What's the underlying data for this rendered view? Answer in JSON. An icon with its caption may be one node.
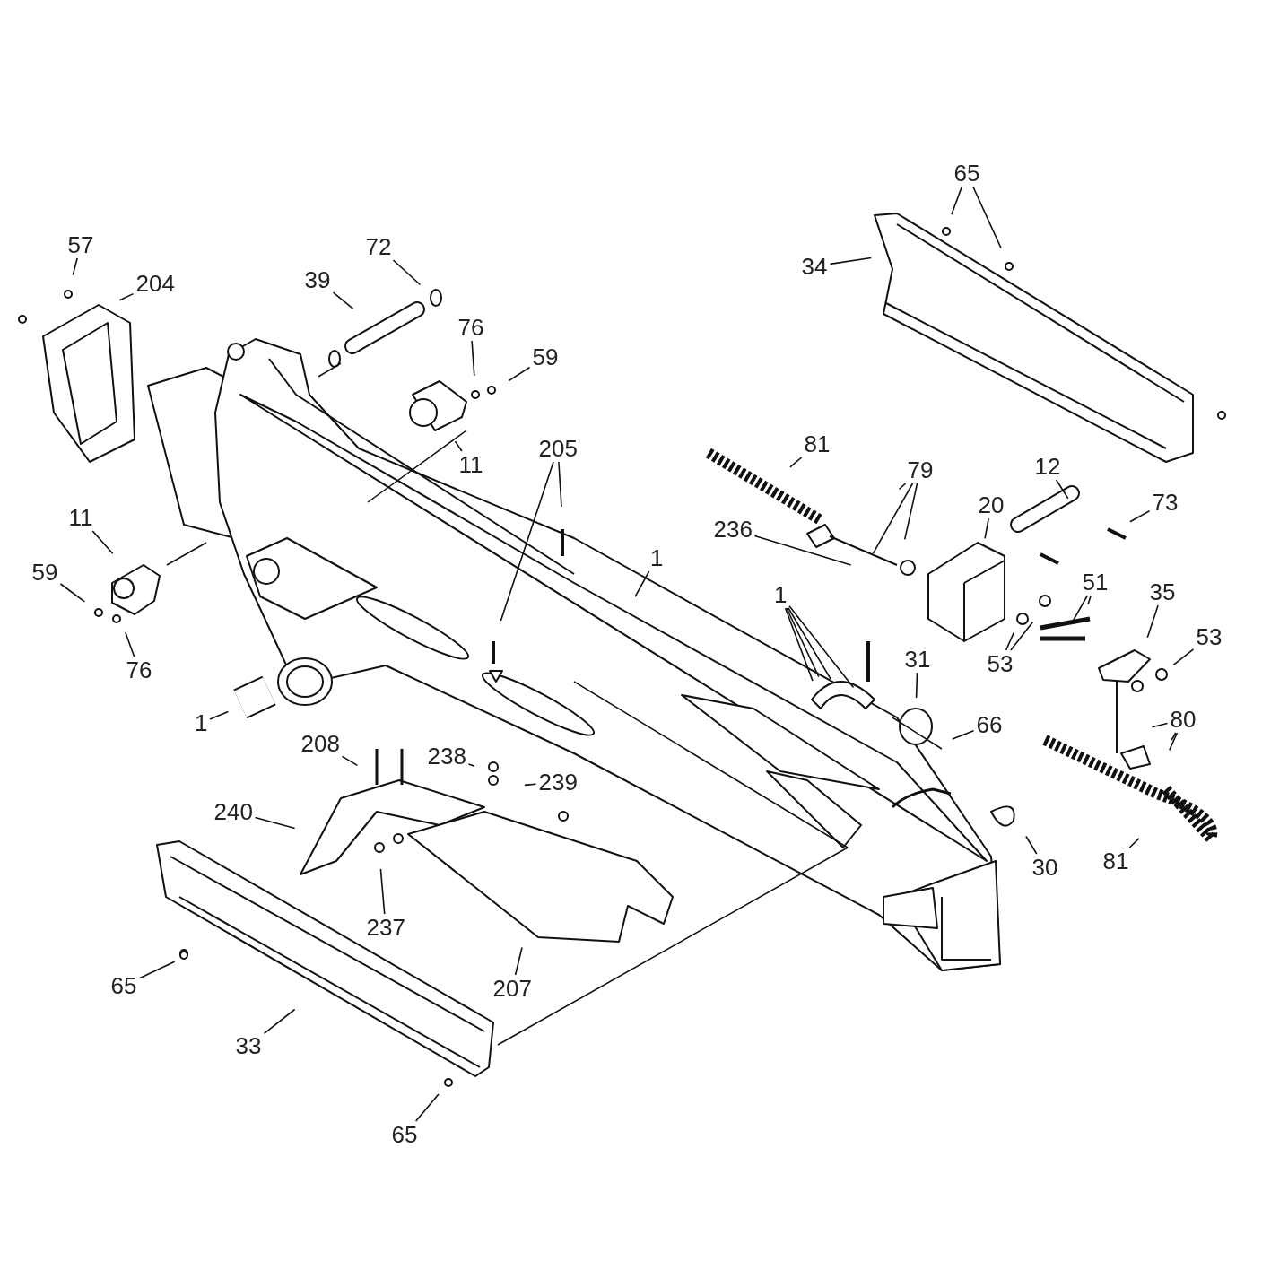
{
  "diagram": {
    "nodes": [
      {
        "text": [
          "65"
        ]
      },
      {
        "text": [
          "57"
        ]
      },
      {
        "text": [
          "72"
        ]
      },
      {
        "text": [
          "204"
        ]
      },
      {
        "text": [
          "39"
        ]
      },
      {
        "text": [
          "34"
        ]
      },
      {
        "text": [
          "76"
        ]
      },
      {
        "text": [
          "59"
        ]
      },
      {
        "text": [
          "81"
        ]
      },
      {
        "text": [
          "205"
        ]
      },
      {
        "text": [
          "11"
        ]
      },
      {
        "text": [
          "79"
        ]
      },
      {
        "text": [
          "12"
        ]
      },
      {
        "text": [
          "73"
        ]
      },
      {
        "text": [
          "20"
        ]
      },
      {
        "text": [
          "11"
        ]
      },
      {
        "text": [
          "236"
        ]
      },
      {
        "text": [
          "1"
        ]
      },
      {
        "text": [
          "59"
        ]
      },
      {
        "text": [
          "51"
        ]
      },
      {
        "text": [
          "35"
        ]
      },
      {
        "text": [
          "1"
        ]
      },
      {
        "text": [
          "53"
        ]
      },
      {
        "text": [
          "76"
        ]
      },
      {
        "text": [
          "53"
        ]
      },
      {
        "text": [
          "31"
        ]
      },
      {
        "text": [
          "1"
        ]
      },
      {
        "text": [
          "66"
        ]
      },
      {
        "text": [
          "80"
        ]
      },
      {
        "text": [
          "208"
        ]
      },
      {
        "text": [
          "238"
        ]
      },
      {
        "text": [
          "239"
        ]
      },
      {
        "text": [
          "240"
        ]
      },
      {
        "text": [
          "30"
        ]
      },
      {
        "text": [
          "81"
        ]
      },
      {
        "text": [
          "237"
        ]
      },
      {
        "text": [
          "207"
        ]
      },
      {
        "text": [
          "65"
        ]
      },
      {
        "text": [
          "33"
        ]
      },
      {
        "text": [
          "65"
        ]
      }
    ],
    "edges": [
      {
        "from": 0,
        "to": null,
        "arrow": "none"
      },
      {
        "from": 0,
        "to": null,
        "arrow": "none"
      },
      {
        "from": 1,
        "to": null,
        "arrow": "none"
      },
      {
        "from": 2,
        "to": null,
        "arrow": "none"
      },
      {
        "from": 3,
        "to": null,
        "arrow": "none"
      },
      {
        "from": 4,
        "to": null,
        "arrow": "none"
      },
      {
        "from": 5,
        "to": null,
        "arrow": "none"
      },
      {
        "from": 6,
        "to": null,
        "arrow": "none"
      },
      {
        "from": 7,
        "to": null,
        "arrow": "none"
      },
      {
        "from": 8,
        "to": null,
        "arrow": "none"
      },
      {
        "from": 9,
        "to": null,
        "arrow": "none"
      },
      {
        "from": 9,
        "to": null,
        "arrow": "none"
      },
      {
        "from": 10,
        "to": null,
        "arrow": "none"
      },
      {
        "from": 11,
        "to": null,
        "arrow": "none"
      },
      {
        "from": 11,
        "to": null,
        "arrow": "none"
      },
      {
        "from": 11,
        "to": null,
        "arrow": "none"
      },
      {
        "from": 12,
        "to": null,
        "arrow": "none"
      },
      {
        "from": 13,
        "to": null,
        "arrow": "none"
      },
      {
        "from": 14,
        "to": null,
        "arrow": "none"
      },
      {
        "from": 15,
        "to": null,
        "arrow": "none"
      },
      {
        "from": 16,
        "to": null,
        "arrow": "none"
      },
      {
        "from": 17,
        "to": null,
        "arrow": "none"
      },
      {
        "from": 18,
        "to": null,
        "arrow": "none"
      },
      {
        "from": 19,
        "to": null,
        "arrow": "none"
      },
      {
        "from": 19,
        "to": null,
        "arrow": "none"
      },
      {
        "from": 20,
        "to": null,
        "arrow": "none"
      },
      {
        "from": 21,
        "to": null,
        "arrow": "none"
      },
      {
        "from": 21,
        "to": null,
        "arrow": "none"
      },
      {
        "from": 21,
        "to": null,
        "arrow": "none"
      },
      {
        "from": 21,
        "to": null,
        "arrow": "none"
      },
      {
        "from": 22,
        "to": null,
        "arrow": "none"
      },
      {
        "from": 23,
        "to": null,
        "arrow": "none"
      },
      {
        "from": 24,
        "to": null,
        "arrow": "none"
      },
      {
        "from": 24,
        "to": null,
        "arrow": "none"
      },
      {
        "from": 25,
        "to": null,
        "arrow": "none"
      },
      {
        "from": 26,
        "to": null,
        "arrow": "none"
      },
      {
        "from": 27,
        "to": null,
        "arrow": "none"
      },
      {
        "from": 28,
        "to": null,
        "arrow": "none"
      },
      {
        "from": 28,
        "to": null,
        "arrow": "none"
      },
      {
        "from": 28,
        "to": null,
        "arrow": "none"
      },
      {
        "from": 29,
        "to": null,
        "arrow": "none"
      },
      {
        "from": 30,
        "to": null,
        "arrow": "none"
      },
      {
        "from": 31,
        "to": null,
        "arrow": "none"
      },
      {
        "from": 32,
        "to": null,
        "arrow": "none"
      },
      {
        "from": 33,
        "to": null,
        "arrow": "none"
      },
      {
        "from": 34,
        "to": null,
        "arrow": "none"
      },
      {
        "from": 35,
        "to": null,
        "arrow": "none"
      },
      {
        "from": 36,
        "to": null,
        "arrow": "none"
      },
      {
        "from": 37,
        "to": null,
        "arrow": "none"
      },
      {
        "from": 38,
        "to": null,
        "arrow": "none"
      },
      {
        "from": 39,
        "to": null,
        "arrow": "none"
      }
    ]
  }
}
